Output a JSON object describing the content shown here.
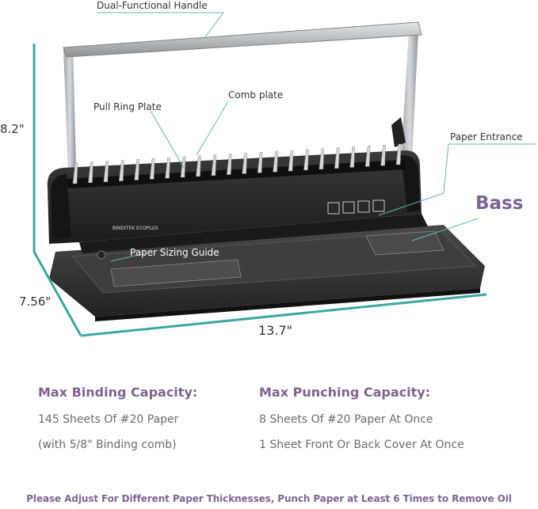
{
  "callouts": {
    "handle": "Dual-Functional Handle",
    "pull_ring_plate": "Pull Ring Plate",
    "comb_plate": "Comb plate",
    "paper_entrance": "Paper Entrance",
    "paper_sizing_guide": "Paper Sizing Guide",
    "bass": "Bass"
  },
  "dimensions": {
    "height": "8.2\"",
    "depth": "7.56\"",
    "width": "13.7\""
  },
  "branding": {
    "logo_text": "BINDITEK ECOPLUS"
  },
  "specs": {
    "binding": {
      "title": "Max Binding Capacity:",
      "line1": "145 Sheets Of #20 Paper",
      "line2": "(with 5/8\" Binding comb)"
    },
    "punching": {
      "title": "Max Punching Capacity:",
      "line1": "8 Sheets Of #20 Paper At Once",
      "line2": "1 Sheet Front Or Back Cover At Once"
    }
  },
  "footer": "Please Adjust For Different Paper Thicknesses, Punch Paper at Least 6 Times to Remove Oil",
  "colors": {
    "accent_teal": "#3aa8a0",
    "purple": "#7d6493",
    "machine_dark": "#2b2b2b",
    "handle_silver": "#b8bcbf"
  }
}
